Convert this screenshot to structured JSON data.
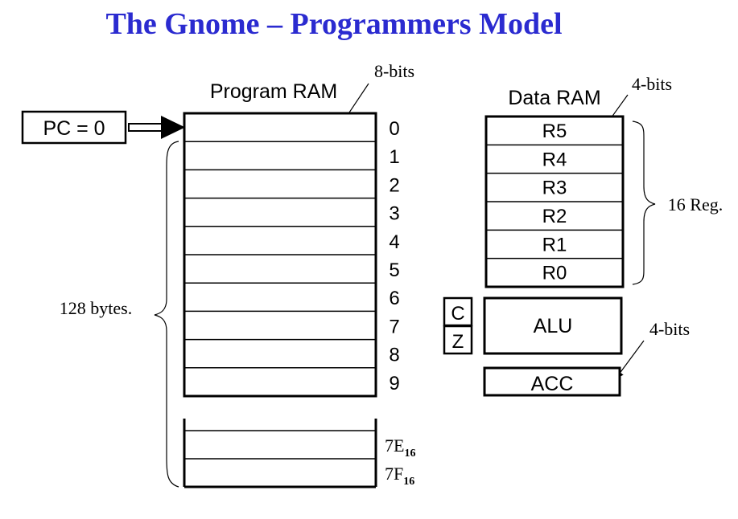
{
  "title": "The Gnome – Programmers Model",
  "pc_label": "PC = 0",
  "program_ram": {
    "label": "Program RAM",
    "width_note": "8-bits",
    "addresses": [
      "0",
      "1",
      "2",
      "3",
      "4",
      "5",
      "6",
      "7",
      "8",
      "9"
    ],
    "tail_addresses": [
      {
        "base": "7E",
        "sub": "16"
      },
      {
        "base": "7F",
        "sub": "16"
      }
    ],
    "size_note": "128 bytes."
  },
  "data_ram": {
    "label": "Data RAM",
    "width_note": "4-bits",
    "registers": [
      "R5",
      "R4",
      "R3",
      "R2",
      "R1",
      "R0"
    ],
    "count_note": "16 Reg."
  },
  "flags": [
    "C",
    "Z"
  ],
  "alu_label": "ALU",
  "acc": {
    "label": "ACC",
    "width_note": "4-bits"
  }
}
